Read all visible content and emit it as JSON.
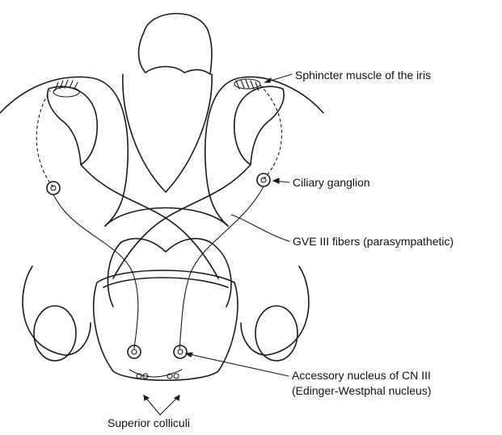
{
  "labels": {
    "sphincter": "Sphincter muscle of the iris",
    "ciliary": "Ciliary ganglion",
    "gve": "GVE III fibers (parasympathetic)",
    "accessory_line1": "Accessory nucleus of CN III",
    "accessory_line2": "(Edinger-Westphal nucleus)",
    "colliculi": "Superior colliculi"
  }
}
